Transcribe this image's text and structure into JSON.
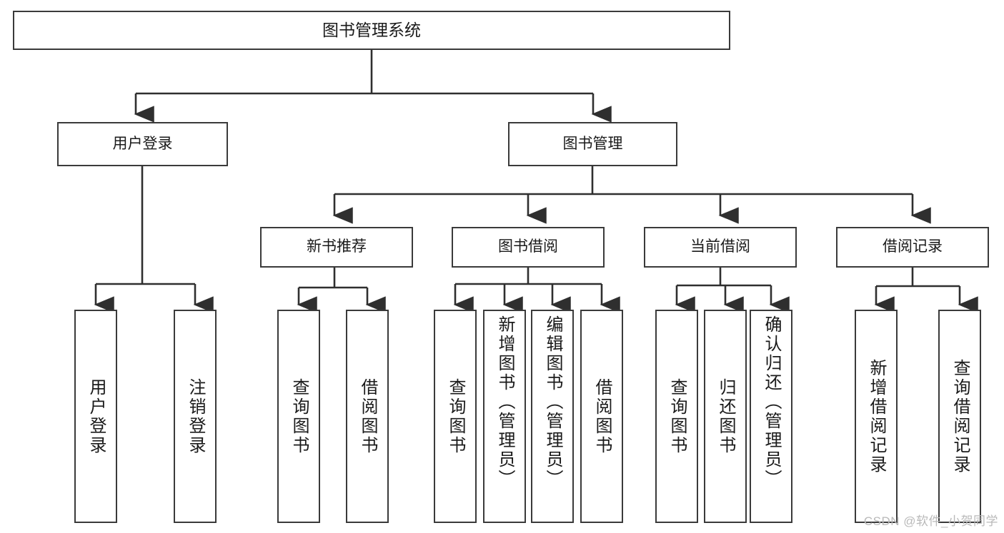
{
  "diagram": {
    "type": "tree",
    "title": "图书管理系统",
    "watermark": "CSDN @软件_小贺同学",
    "colors": {
      "box_border": "#3a3a3a",
      "box_fill": "#ffffff",
      "connector": "#2f2f2f",
      "text": "#1a1a1a",
      "watermark": "#b9b9b9"
    },
    "nodes": {
      "root": "图书管理系统",
      "level1": [
        "用户登录",
        "图书管理"
      ],
      "level2": [
        "新书推荐",
        "图书借阅",
        "当前借阅",
        "借阅记录"
      ],
      "leaves": {
        "user_login": [
          "用户登录",
          "注销登录"
        ],
        "new_book_recommend": [
          "查询图书",
          "借阅图书"
        ],
        "book_borrow": [
          "查询图书",
          "新增图书（管理员）",
          "编辑图书（管理员）",
          "借阅图书"
        ],
        "current_borrow": [
          "查询图书",
          "归还图书",
          "确认归还（管理员）"
        ],
        "borrow_record": [
          "新增借阅记录",
          "查询借阅记录"
        ]
      }
    }
  }
}
